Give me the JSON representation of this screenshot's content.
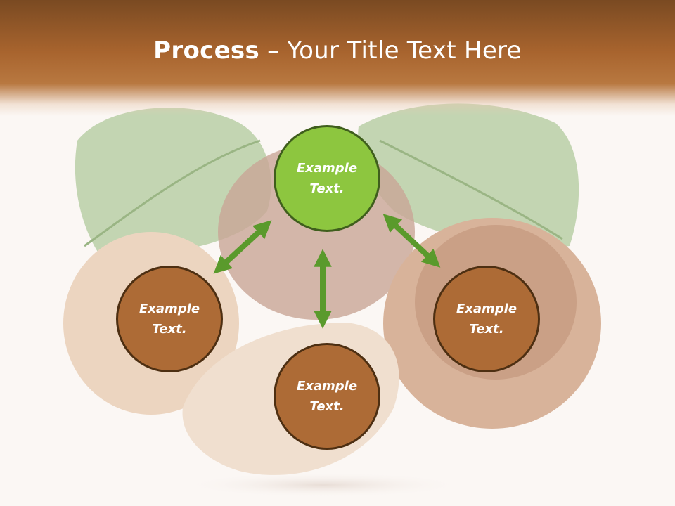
{
  "slide": {
    "title_bold": "Process",
    "title_rest": " – Your Title Text Here"
  },
  "diagram": {
    "nodes": [
      {
        "id": "top",
        "label": "Example\nText.",
        "color": "#8dc63f"
      },
      {
        "id": "left",
        "label": "Example\nText.",
        "color": "#ad6b36"
      },
      {
        "id": "bottom",
        "label": "Example\nText.",
        "color": "#ad6b36"
      },
      {
        "id": "right",
        "label": "Example\nText.",
        "color": "#ad6b36"
      }
    ],
    "arrow_color": "#5a9a2c"
  }
}
